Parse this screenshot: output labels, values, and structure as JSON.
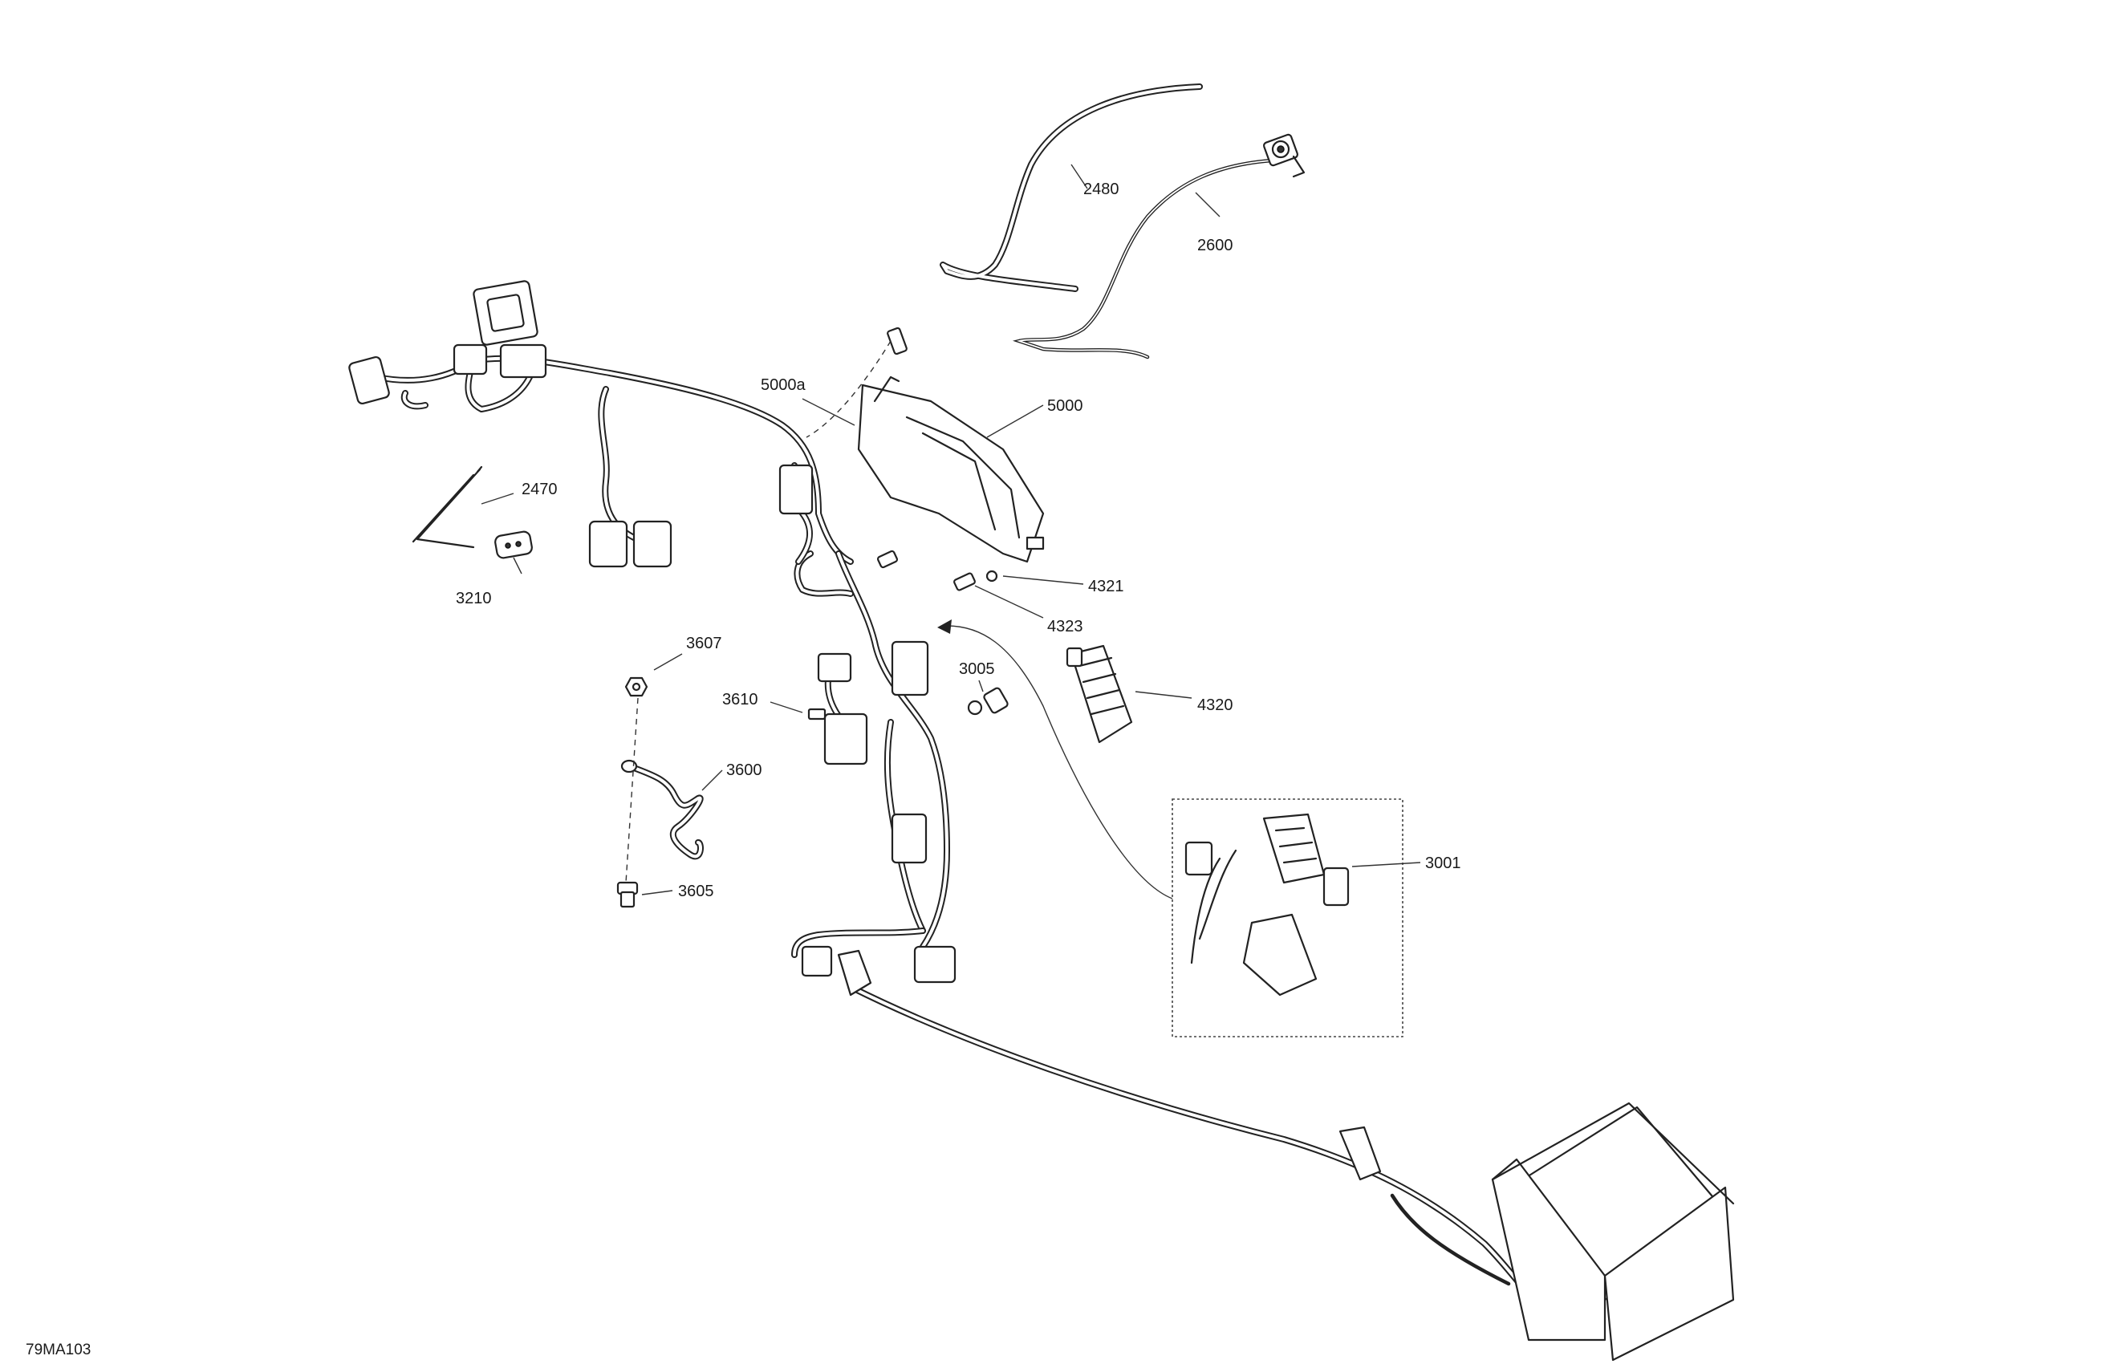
{
  "drawing_code": "79MA103",
  "callouts": {
    "c2480": "2480",
    "c2600": "2600",
    "c5000a": "5000a",
    "c5000": "5000",
    "c2470": "2470",
    "c3210": "3210",
    "c4321": "4321",
    "c4323": "4323",
    "c3607": "3607",
    "c3005": "3005",
    "c3610": "3610",
    "c4320": "4320",
    "c3600": "3600",
    "c3001": "3001",
    "c3605": "3605"
  }
}
